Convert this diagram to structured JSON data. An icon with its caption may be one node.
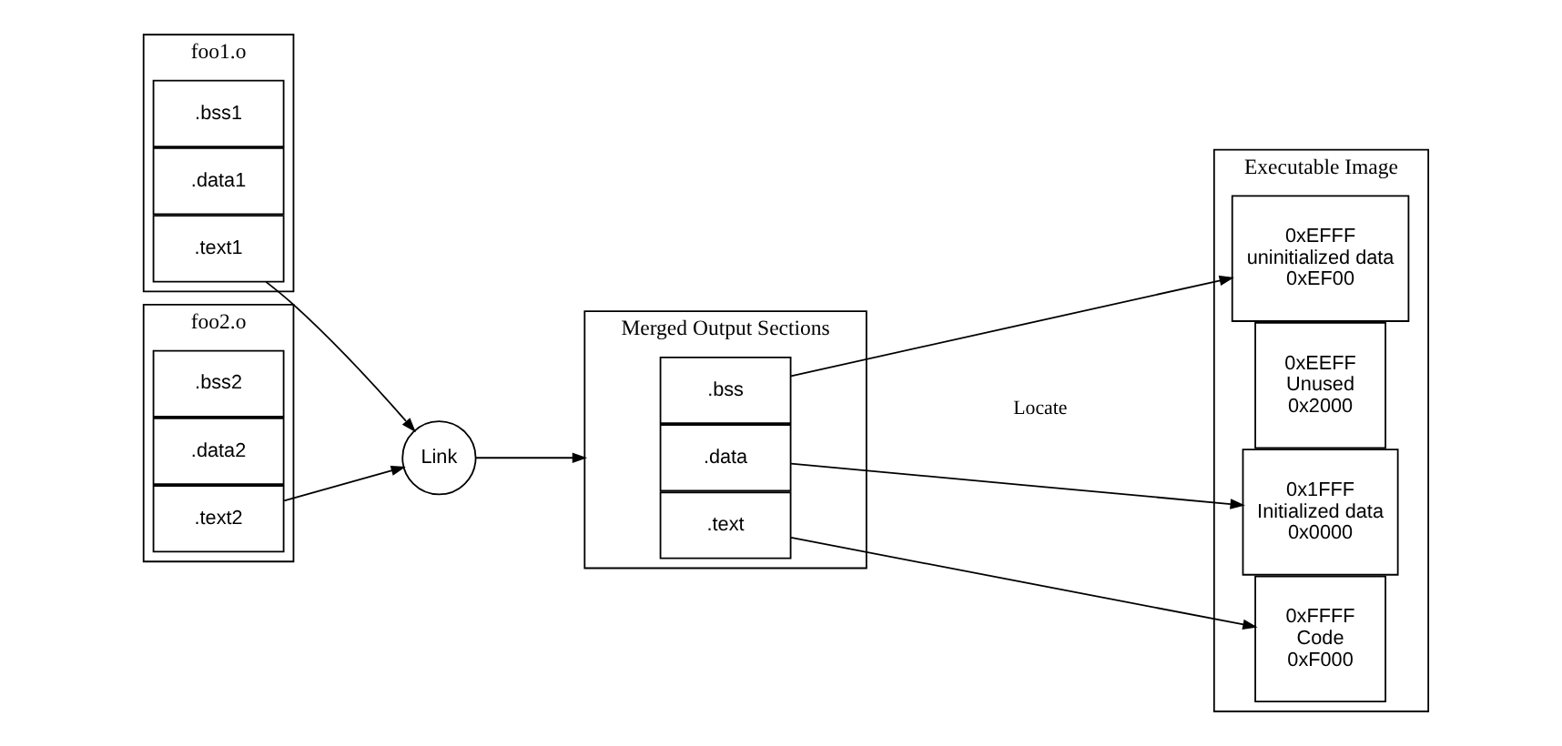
{
  "diagram": {
    "nodes": [
      {
        "text": [
          "foo1.o"
        ]
      },
      {
        "text": [
          ".text1"
        ],
        "in": 0
      },
      {
        "text": [
          ".data1"
        ],
        "in": 0
      },
      {
        "text": [
          ".bss1"
        ],
        "in": 0
      },
      {
        "text": [
          "foo2.o"
        ]
      },
      {
        "text": [
          ".text2"
        ],
        "in": 4
      },
      {
        "text": [
          ".data2"
        ],
        "in": 4
      },
      {
        "text": [
          ".bss2"
        ],
        "in": 4
      },
      {
        "text": [
          "Link"
        ]
      },
      {
        "text": [
          "Merged Output Sections"
        ]
      },
      {
        "text": [
          ".text"
        ],
        "in": 9
      },
      {
        "text": [
          ".data"
        ],
        "in": 9
      },
      {
        "text": [
          ".bss"
        ],
        "in": 9
      },
      {
        "text": [
          "Executable Image"
        ]
      },
      {
        "text": [
          "0xFFFF",
          "Code",
          "0xF000"
        ],
        "in": 13
      },
      {
        "text": [
          "0xEFFF",
          "uninitialized data",
          "0xEF00"
        ],
        "in": 13
      },
      {
        "text": [
          "0xEEFF",
          "Unused",
          "0x2000"
        ],
        "in": 13
      },
      {
        "text": [
          "0x1FFF",
          "Initialized data",
          "0x0000"
        ],
        "in": 13
      }
    ],
    "edges": [
      {
        "from": 1,
        "to": 8,
        "arrow": "to"
      },
      {
        "from": 5,
        "to": 8,
        "arrow": "to"
      },
      {
        "from": 8,
        "to": 9,
        "arrow": "to"
      },
      {
        "from": 10,
        "to": 14,
        "arrow": "to"
      },
      {
        "from": 11,
        "to": 17,
        "arrow": "to"
      },
      {
        "from": 12,
        "to": 15,
        "arrow": "to"
      }
    ],
    "labels": [
      "Locate"
    ]
  }
}
